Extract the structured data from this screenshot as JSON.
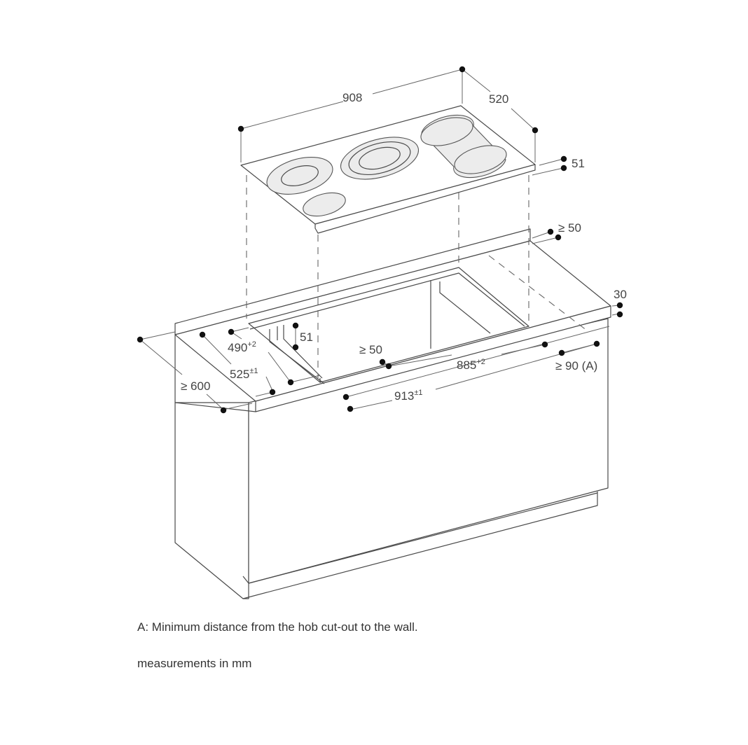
{
  "colors": {
    "line": "#4a4a4a",
    "zone_fill": "#ececec",
    "marker": "#111111",
    "background": "#ffffff"
  },
  "dimensions": {
    "hob_width": "908",
    "hob_depth": "520",
    "hob_height": "51",
    "rear_clearance": "≥ 50",
    "worktop_thickness": "30",
    "cutout_depth": "490",
    "cutout_depth_tol": "+2",
    "side_cut_depth": "51",
    "outer_depth": "525",
    "outer_depth_tol": "±1",
    "front_clearance": "≥ 50",
    "cutout_width": "885",
    "cutout_width_tol": "+2",
    "wall_clearance": "≥ 90 (A)",
    "worktop_depth": "≥ 600",
    "outer_width": "913",
    "outer_width_tol": "±1"
  },
  "notes": {
    "legend_a": "A: Minimum distance from the hob cut-out to the wall.",
    "units": "measurements in mm"
  }
}
